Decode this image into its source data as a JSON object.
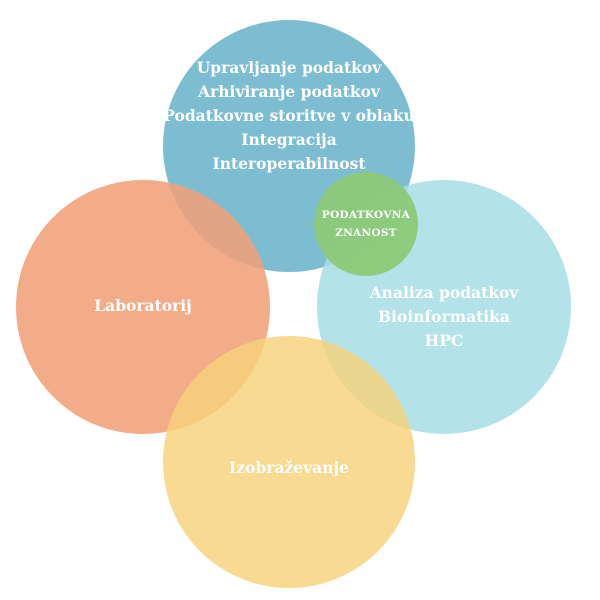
{
  "colors": {
    "top": "#6fb6cc",
    "left": "#f0a07a",
    "right": "#a6dde4",
    "bottom": "#f6d27a",
    "center": "#8dc977",
    "text": "#ffffff"
  },
  "diagram": {
    "top": {
      "lines": [
        "Upravljanje podatkov",
        "Arhiviranje podatkov",
        "Podatkovne storitve v oblaku",
        "Integracija",
        "Interoperabilnost"
      ]
    },
    "center": {
      "lines": [
        "PODATKOVNA",
        "ZNANOST"
      ]
    },
    "right": {
      "lines": [
        "Analiza podatkov",
        "Bioinformatika",
        "HPC"
      ]
    },
    "left": {
      "label": "Laboratorij"
    },
    "bottom": {
      "label": "Izobraževanje"
    }
  }
}
